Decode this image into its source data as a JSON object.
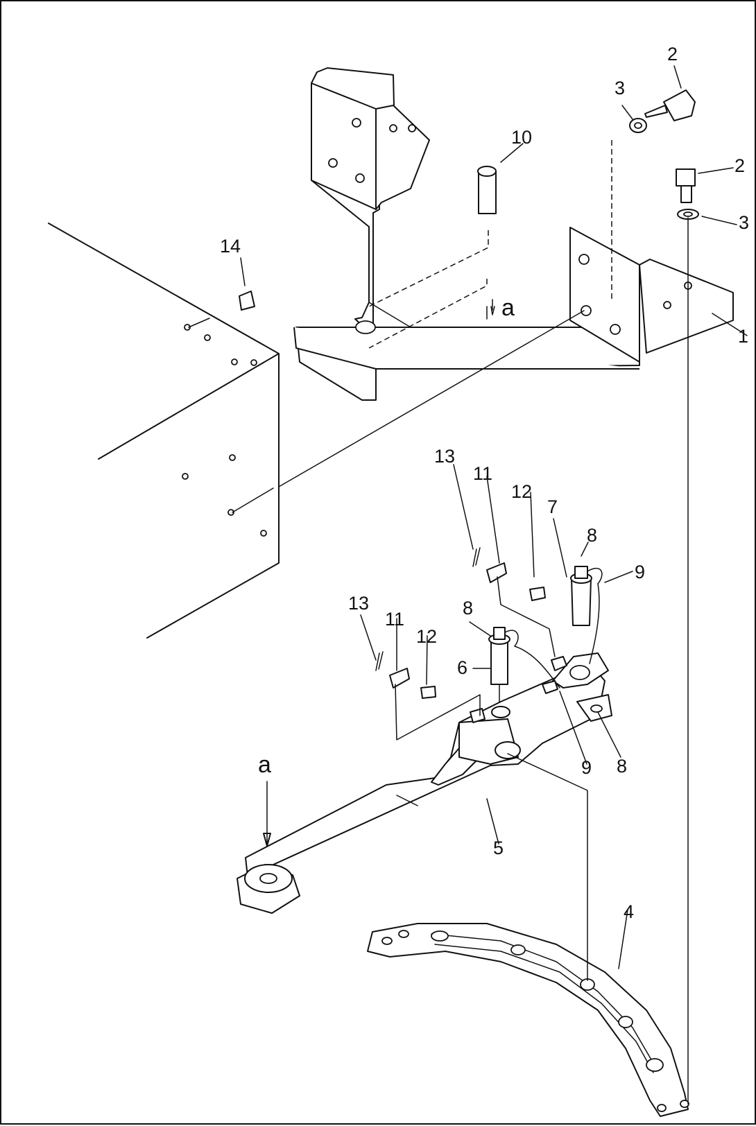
{
  "diagram": {
    "part_labels": {
      "p1": "1",
      "p2a": "2",
      "p2b": "2",
      "p3a": "3",
      "p3b": "3",
      "p4": "4",
      "p5": "5",
      "p6": "6",
      "p7": "7",
      "p8a": "8",
      "p8b": "8",
      "p8c": "8",
      "p9a": "9",
      "p9b": "9",
      "p10": "10",
      "p11a": "11",
      "p11b": "11",
      "p12a": "12",
      "p12b": "12",
      "p13a": "13",
      "p13b": "13",
      "p14": "14"
    },
    "view_labels": {
      "view_a_upper": "a",
      "view_a_lower": "a"
    },
    "line_color": "#111111"
  }
}
